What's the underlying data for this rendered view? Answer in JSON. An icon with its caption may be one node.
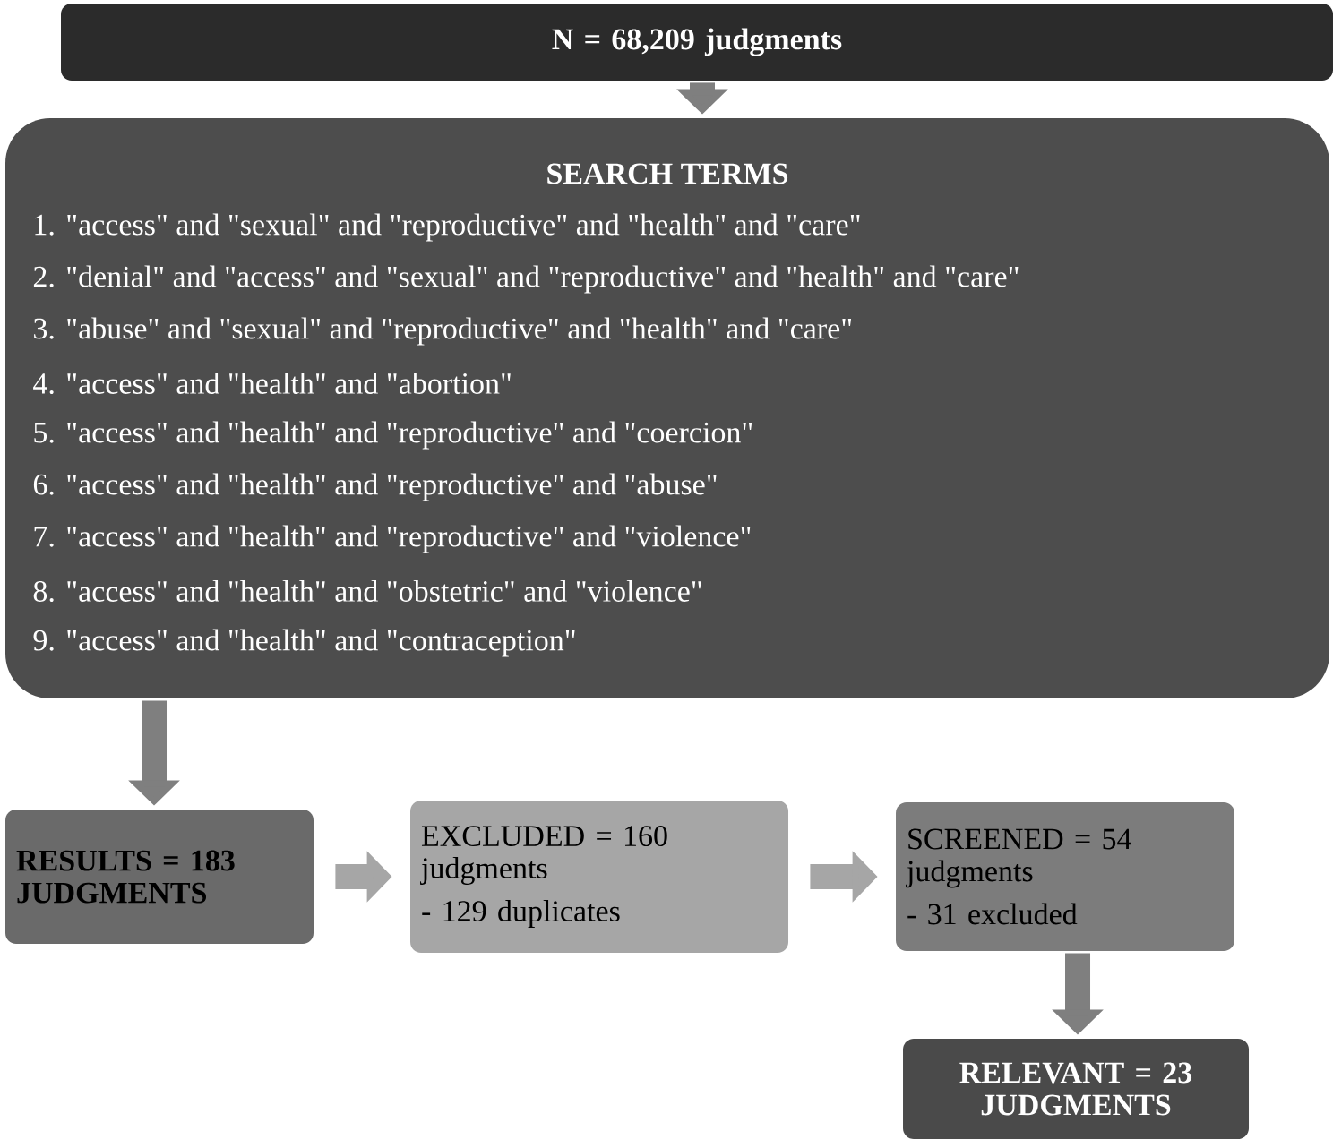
{
  "diagram": {
    "nodes": [
      {
        "text": [
          "N = 68,209 judgments"
        ]
      },
      {
        "text": [
          "SEARCH TERMS",
          "1. \"access\" and \"sexual\" and \"reproductive\" and \"health\" and \"care\"",
          "2. \"denial\" and \"access\" and \"sexual\" and \"reproductive\" and \"health\" and \"care\"",
          "3. \"abuse\" and \"sexual\" and \"reproductive\" and \"health\" and \"care\"",
          "4. \"access\" and \"health\" and \"abortion\"",
          "5. \"access\" and \"health\" and \"reproductive\" and \"coercion\"",
          "6. \"access\" and \"health\" and \"reproductive\" and \"abuse\"",
          "7. \"access\" and \"health\" and \"reproductive\" and \"violence\"",
          "8. \"access\" and \"health\" and \"obstetric\" and \"violence\"",
          "9. \"access\" and \"health\" and \"contraception\""
        ]
      },
      {
        "text": [
          "RESULTS = 183 JUDGMENTS"
        ]
      },
      {
        "text": [
          "EXCLUDED = 160 judgments",
          "- 129 duplicates"
        ]
      },
      {
        "text": [
          "SCREENED = 54 judgments",
          "- 31 excluded"
        ]
      },
      {
        "text": [
          "RELEVANT = 23 JUDGMENTS"
        ]
      }
    ],
    "edges": [
      {
        "from": 0,
        "to": 1,
        "arrow": "to"
      },
      {
        "from": 1,
        "to": 2,
        "arrow": "to"
      },
      {
        "from": 2,
        "to": 3,
        "arrow": "to",
        "color": "#a6a6a6"
      },
      {
        "from": 3,
        "to": 4,
        "arrow": "to",
        "color": "#a6a6a6"
      },
      {
        "from": 4,
        "to": 5,
        "arrow": "to"
      }
    ]
  }
}
